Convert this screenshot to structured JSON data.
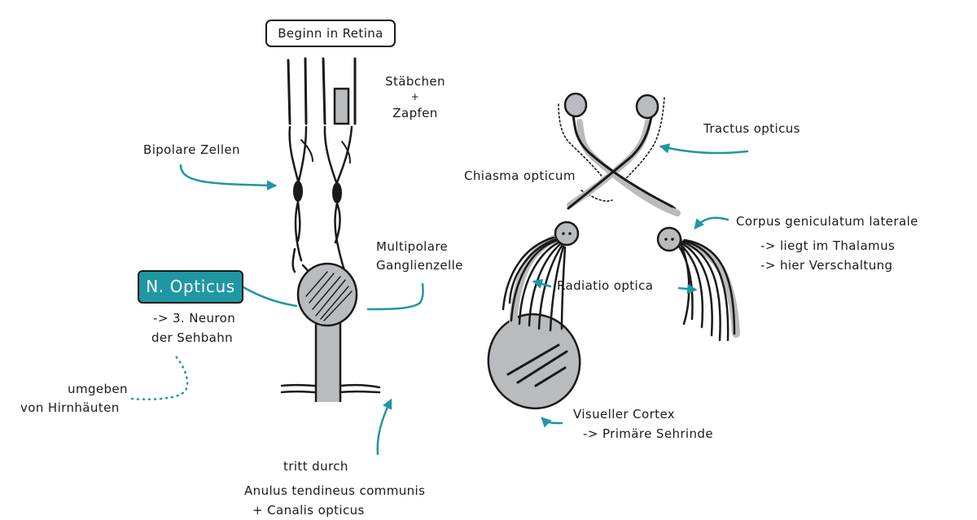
{
  "colors": {
    "ink": "#1a1a1a",
    "gray": "#b9bbbe",
    "accent": "#1f97a3"
  },
  "retina": {
    "start_label": "Beginn in Retina",
    "photoreceptors": [
      "Stäbchen",
      "+",
      "Zapfen"
    ],
    "bipolar_label": "Bipolare Zellen",
    "ganglion_label": [
      "Multipolare",
      "Ganglienzelle"
    ]
  },
  "nerve": {
    "name": "N. Opticus",
    "neuron_note": [
      "-> 3. Neuron",
      "der Sehbahn"
    ],
    "meninges_note": [
      "umgeben",
      "von Hirnhäuten"
    ],
    "passage_note": [
      "tritt durch",
      "Anulus tendineus communis",
      "+ Canalis opticus"
    ]
  },
  "pathway": {
    "tractus": "Tractus opticus",
    "chiasma": "Chiasma opticum",
    "geniculate": [
      "Corpus geniculatum laterale",
      "-> liegt im Thalamus",
      "-> hier Verschaltung"
    ],
    "radiatio": "Radiatio optica",
    "cortex": [
      "Visueller Cortex",
      "-> Primäre Sehrinde"
    ]
  }
}
